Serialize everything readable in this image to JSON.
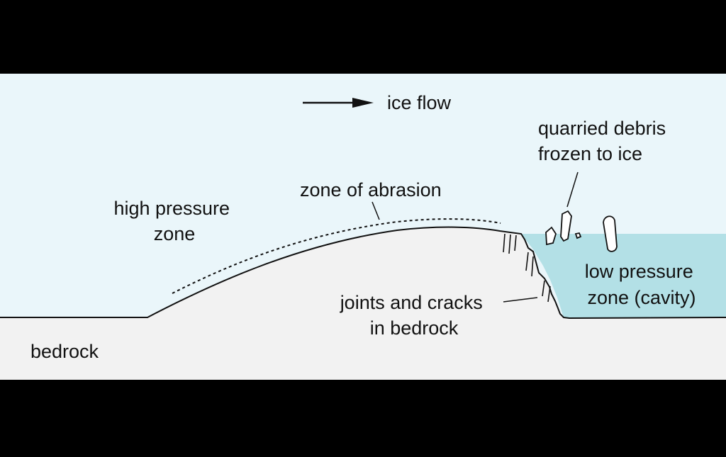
{
  "diagram": {
    "colors": {
      "letterbox": "#000000",
      "ice": "#eaf6fa",
      "cavity": "#b3e0e6",
      "bedrock": "#f2f2f2",
      "line": "#111111"
    },
    "labels": {
      "ice_flow": "ice flow",
      "quarried_debris": [
        "quarried debris",
        "frozen to ice"
      ],
      "zone_of_abrasion": "zone of abrasion",
      "high_pressure_zone": [
        "high pressure",
        "zone"
      ],
      "low_pressure_zone": [
        "low pressure",
        "zone (cavity)"
      ],
      "joints_and_cracks": [
        "joints and cracks",
        "in bedrock"
      ],
      "bedrock": "bedrock"
    }
  }
}
